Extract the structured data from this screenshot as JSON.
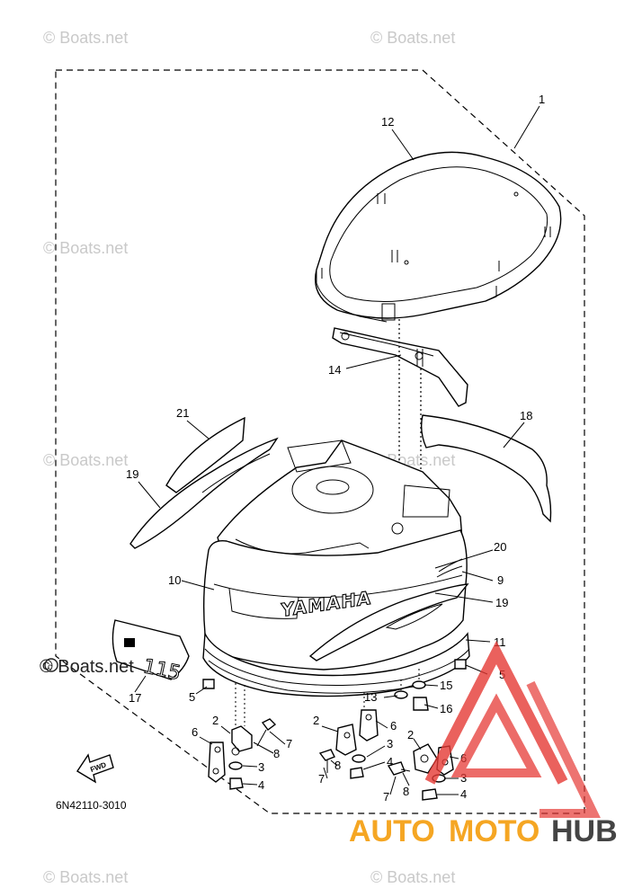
{
  "watermark": {
    "text": "© Boats.net",
    "main_text": "© Boats.net"
  },
  "part_number": "6N42110-3010",
  "brand": {
    "yamaha": "YAMAHA",
    "model_decal": "115",
    "fwd": "FWD"
  },
  "logo": {
    "auto": "AUTO",
    "moto": "MOTO",
    "hub": "HUB",
    "auto_color": "#f5a623",
    "hub_color": "#444444",
    "triangle_color": "#e53935"
  },
  "callouts": {
    "c1": "1",
    "c12": "12",
    "c14": "14",
    "c18": "18",
    "c21": "21",
    "c19a": "19",
    "c20": "20",
    "c9": "9",
    "c19b": "19",
    "c10": "10",
    "c11": "11",
    "c5a": "5",
    "c5b": "5",
    "c17": "17",
    "c13": "13",
    "c15": "15",
    "c16": "16",
    "c2a": "2",
    "c6a": "6",
    "c7a": "7",
    "c8a": "8",
    "c3a": "3",
    "c4a": "4",
    "c2b": "2",
    "c6b": "6",
    "c3b": "3",
    "c8b": "8",
    "c7b": "7",
    "c4b": "4",
    "c2c": "2",
    "c6c": "6",
    "c3c": "3",
    "c8c": "8",
    "c7c": "7",
    "c4c": "4"
  }
}
